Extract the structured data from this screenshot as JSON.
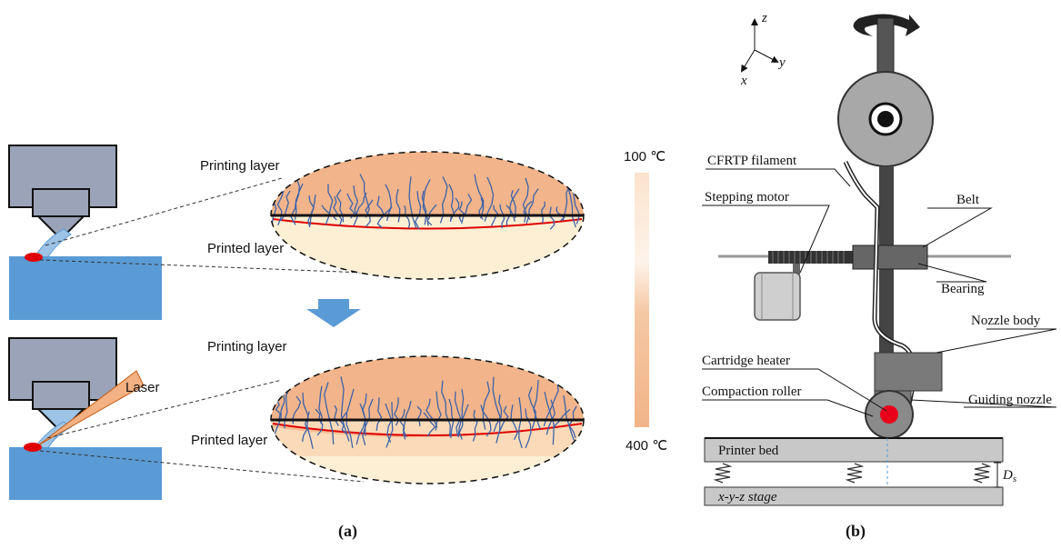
{
  "panel_a": {
    "caption": "(a)",
    "top": {
      "printing_layer": "Printing layer",
      "printed_layer": "Printed layer"
    },
    "bottom": {
      "printing_layer": "Printing layer",
      "printed_layer": "Printed layer",
      "laser": "Laser"
    },
    "scale": {
      "top_label": "100 ℃",
      "bottom_label": "400 ℃",
      "colors": [
        "#fbe9d8",
        "#f1b488"
      ]
    },
    "colors": {
      "nozzle": "#9aa3b8",
      "bed": "#5a9bd5",
      "hot_spot": "#e00000",
      "fiber": "#3d63a8",
      "layer_orange": "#f2b48a",
      "layer_cream": "#fcefd4",
      "laser": "#f4b183",
      "arrow": "#5b9bd5"
    }
  },
  "panel_b": {
    "caption": "(b)",
    "axes": {
      "z": "z",
      "y": "y",
      "x": "x"
    },
    "labels": {
      "filament": "CFRTP filament",
      "motor": "Stepping motor",
      "belt": "Belt",
      "bearing": "Bearing",
      "nozzle_body": "Nozzle body",
      "heater": "Cartridge heater",
      "roller": "Compaction roller",
      "guiding_nozzle": "Guiding nozzle",
      "bed": "Printer bed",
      "stage": "x-y-z stage",
      "ds": "D",
      "ds_sub": "s"
    }
  }
}
